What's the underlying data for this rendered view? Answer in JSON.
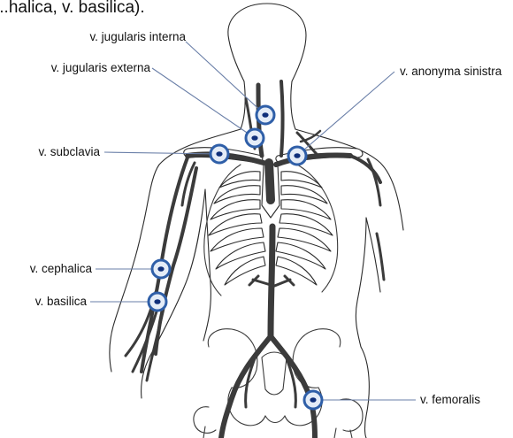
{
  "header_text": "...halica, v. basilica).",
  "labels": {
    "jugularis_interna": "v. jugularis interna",
    "jugularis_externa": "v. jugularis externa",
    "anonyma_sinistra": "v. anonyma sinistra",
    "subclavia": "v. subclavia",
    "cephalica": "v. cephalica",
    "basilica": "v. basilica",
    "femoralis": "v. femoralis"
  },
  "colors": {
    "marker_fill": "#e4ecf7",
    "marker_ring": "#2f5fa8",
    "marker_dot": "#0f2f7a",
    "leader_line": "#6a7fa8"
  }
}
